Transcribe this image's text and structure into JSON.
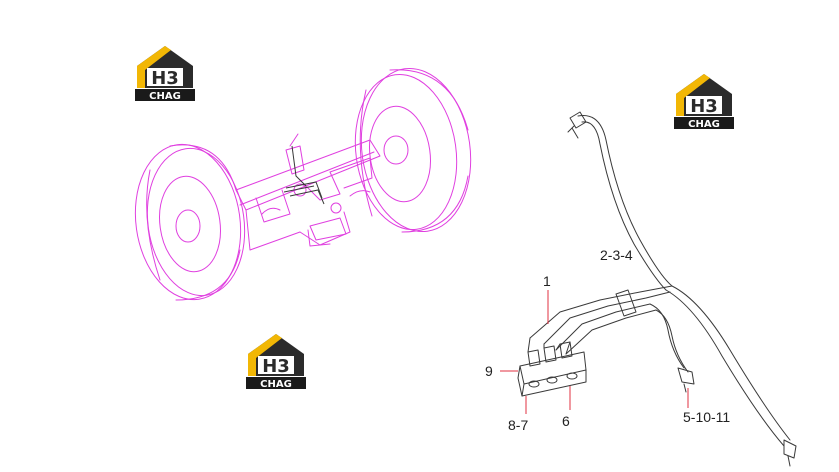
{
  "logo": {
    "mark": "H3",
    "text": "CHAG",
    "colors": {
      "gold": "#f2b705",
      "dark": "#2b2b2b",
      "band": "#1a1a1a"
    }
  },
  "callouts": {
    "c1": "1",
    "c234": "2-3-4",
    "c9": "9",
    "c87": "8-7",
    "c6": "6",
    "c51011": "5-10-11"
  },
  "colors": {
    "axle": "#e040e0",
    "lines": "#3a3a3a",
    "leader": "#e03040"
  }
}
